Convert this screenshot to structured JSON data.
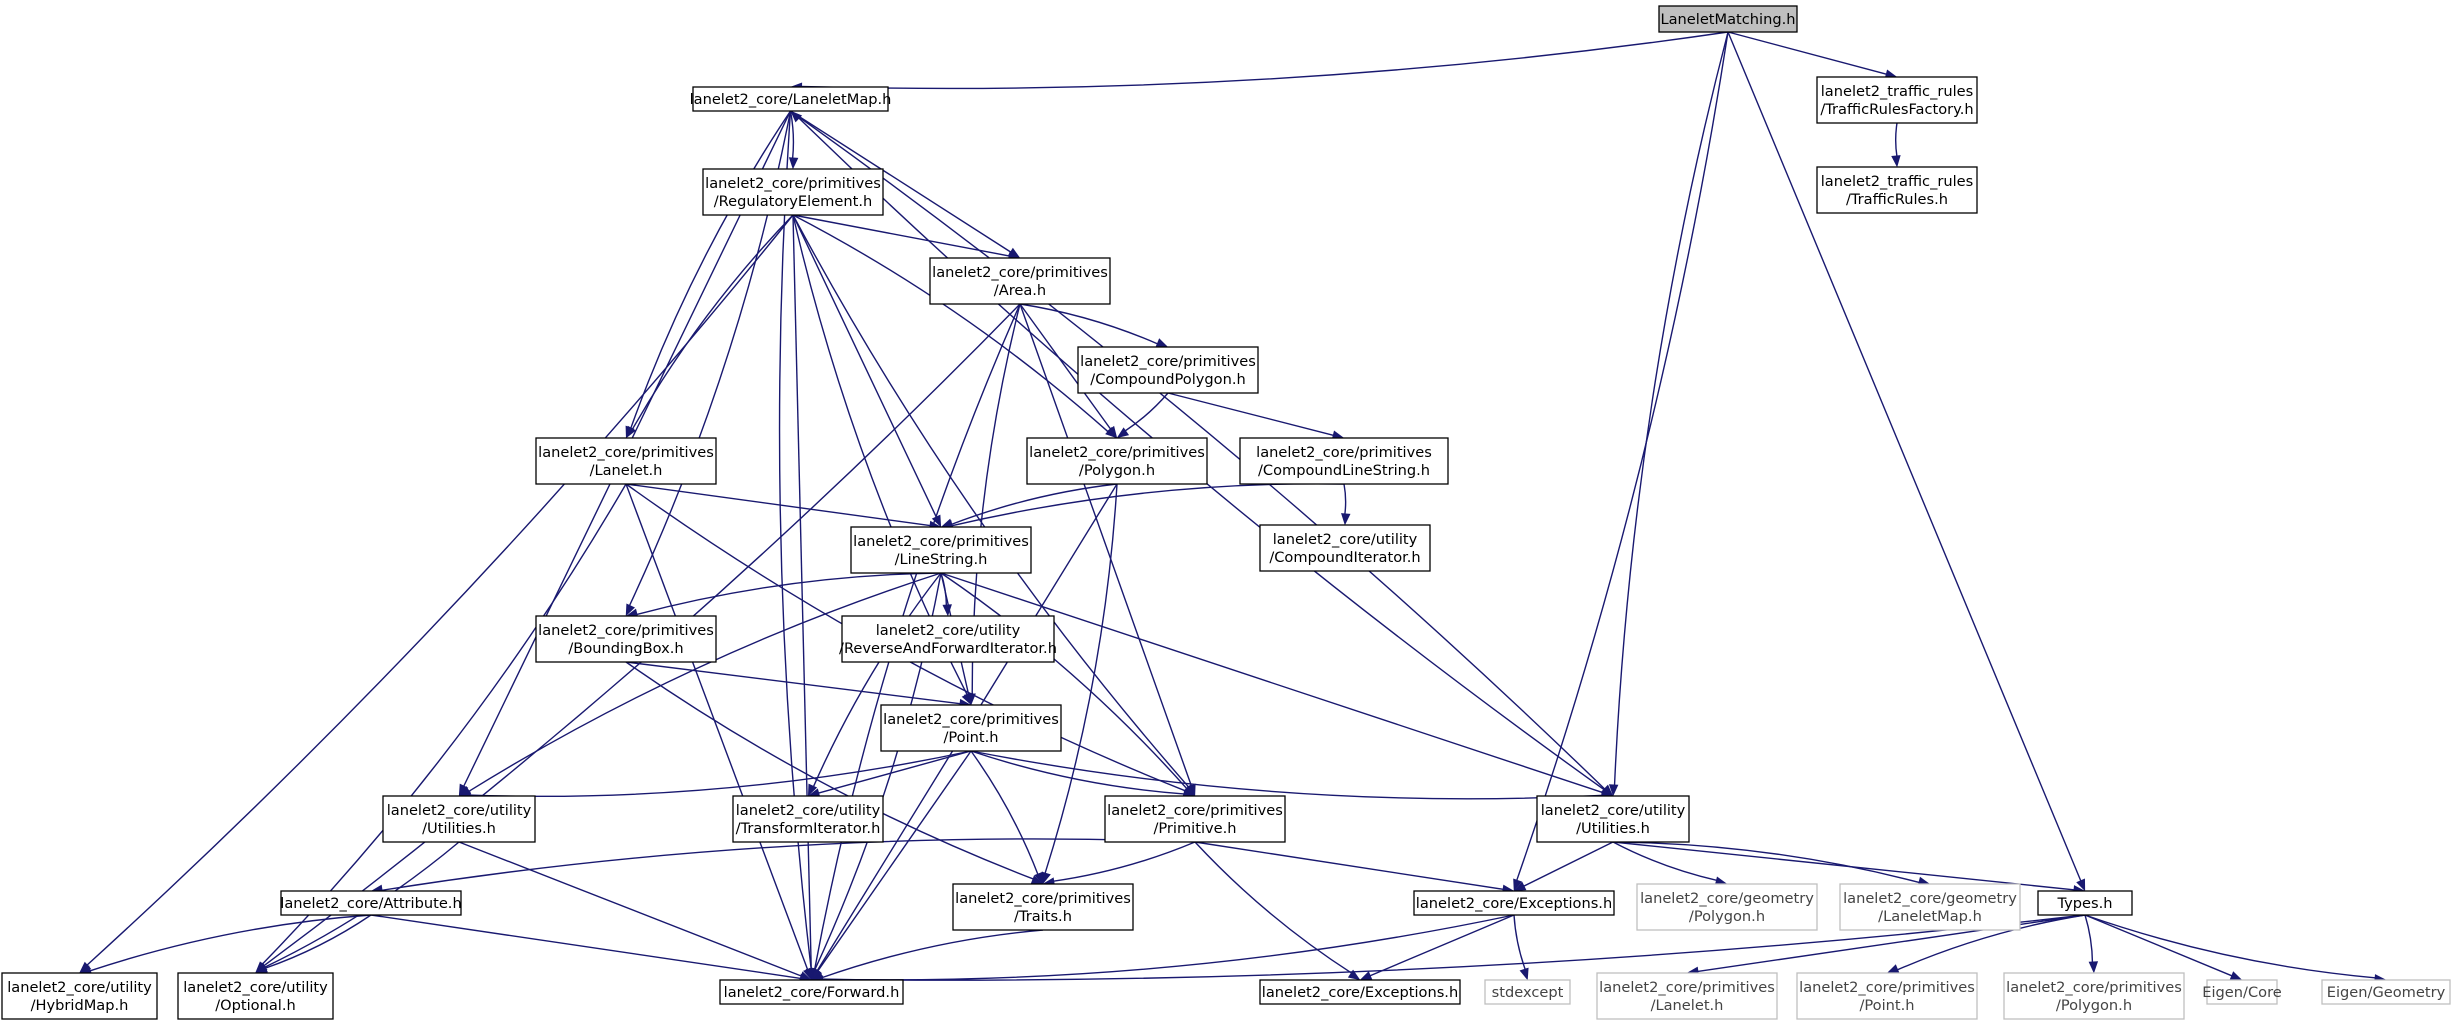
{
  "diagram": {
    "nodes": [
      {
        "id": "root",
        "lines": [
          "LaneletMatching.h"
        ],
        "kind": "root"
      },
      {
        "id": "laneletmap",
        "lines": [
          "lanelet2_core/LaneletMap.h"
        ],
        "kind": "file"
      },
      {
        "id": "trf",
        "lines": [
          "lanelet2_traffic_rules",
          "/TrafficRulesFactory.h"
        ],
        "kind": "file"
      },
      {
        "id": "tr",
        "lines": [
          "lanelet2_traffic_rules",
          "/TrafficRules.h"
        ],
        "kind": "file"
      },
      {
        "id": "regelem",
        "lines": [
          "lanelet2_core/primitives",
          "/RegulatoryElement.h"
        ],
        "kind": "file"
      },
      {
        "id": "area",
        "lines": [
          "lanelet2_core/primitives",
          "/Area.h"
        ],
        "kind": "file"
      },
      {
        "id": "cpoly",
        "lines": [
          "lanelet2_core/primitives",
          "/CompoundPolygon.h"
        ],
        "kind": "file"
      },
      {
        "id": "lanelet",
        "lines": [
          "lanelet2_core/primitives",
          "/Lanelet.h"
        ],
        "kind": "file"
      },
      {
        "id": "polygon",
        "lines": [
          "lanelet2_core/primitives",
          "/Polygon.h"
        ],
        "kind": "file"
      },
      {
        "id": "cls",
        "lines": [
          "lanelet2_core/primitives",
          "/CompoundLineString.h"
        ],
        "kind": "file"
      },
      {
        "id": "linestring",
        "lines": [
          "lanelet2_core/primitives",
          "/LineString.h"
        ],
        "kind": "file"
      },
      {
        "id": "citer",
        "lines": [
          "lanelet2_core/utility",
          "/CompoundIterator.h"
        ],
        "kind": "file"
      },
      {
        "id": "bbox",
        "lines": [
          "lanelet2_core/primitives",
          "/BoundingBox.h"
        ],
        "kind": "file"
      },
      {
        "id": "rfiter",
        "lines": [
          "lanelet2_core/utility",
          "/ReverseAndForwardIterator.h"
        ],
        "kind": "file"
      },
      {
        "id": "point",
        "lines": [
          "lanelet2_core/primitives",
          "/Point.h"
        ],
        "kind": "file"
      },
      {
        "id": "utilL",
        "lines": [
          "lanelet2_core/utility",
          "/Utilities.h"
        ],
        "kind": "file"
      },
      {
        "id": "titer",
        "lines": [
          "lanelet2_core/utility",
          "/TransformIterator.h"
        ],
        "kind": "file"
      },
      {
        "id": "primitive",
        "lines": [
          "lanelet2_core/primitives",
          "/Primitive.h"
        ],
        "kind": "file"
      },
      {
        "id": "utilR",
        "lines": [
          "lanelet2_core/utility",
          "/Utilities.h"
        ],
        "kind": "file"
      },
      {
        "id": "attribute",
        "lines": [
          "lanelet2_core/Attribute.h"
        ],
        "kind": "file"
      },
      {
        "id": "traits",
        "lines": [
          "lanelet2_core/primitives",
          "/Traits.h"
        ],
        "kind": "file"
      },
      {
        "id": "exceptions",
        "lines": [
          "lanelet2_core/Exceptions.h"
        ],
        "kind": "file"
      },
      {
        "id": "geompoly",
        "lines": [
          "lanelet2_core/geometry",
          "/Polygon.h"
        ],
        "kind": "system"
      },
      {
        "id": "geommap",
        "lines": [
          "lanelet2_core/geometry",
          "/LaneletMap.h"
        ],
        "kind": "system"
      },
      {
        "id": "types",
        "lines": [
          "Types.h"
        ],
        "kind": "file"
      },
      {
        "id": "hybridmap",
        "lines": [
          "lanelet2_core/utility",
          "/HybridMap.h"
        ],
        "kind": "file"
      },
      {
        "id": "optional",
        "lines": [
          "lanelet2_core/utility",
          "/Optional.h"
        ],
        "kind": "file"
      },
      {
        "id": "forward",
        "lines": [
          "lanelet2_core/Forward.h"
        ],
        "kind": "file"
      },
      {
        "id": "exceptions2",
        "lines": [
          "lanelet2_core/Exceptions.h"
        ],
        "kind": "file"
      },
      {
        "id": "stdexcept",
        "lines": [
          "stdexcept"
        ],
        "kind": "system"
      },
      {
        "id": "sysLanelet",
        "lines": [
          "lanelet2_core/primitives",
          "/Lanelet.h"
        ],
        "kind": "system"
      },
      {
        "id": "sysPoint",
        "lines": [
          "lanelet2_core/primitives",
          "/Point.h"
        ],
        "kind": "system"
      },
      {
        "id": "sysPolygon",
        "lines": [
          "lanelet2_core/primitives",
          "/Polygon.h"
        ],
        "kind": "system"
      },
      {
        "id": "eigencore",
        "lines": [
          "Eigen/Core"
        ],
        "kind": "system"
      },
      {
        "id": "eigengeom",
        "lines": [
          "Eigen/Geometry"
        ],
        "kind": "system"
      }
    ],
    "edges": [
      [
        "root",
        "laneletmap"
      ],
      [
        "root",
        "trf"
      ],
      [
        "root",
        "utilR"
      ],
      [
        "root",
        "exceptions"
      ],
      [
        "root",
        "types"
      ],
      [
        "trf",
        "tr"
      ],
      [
        "laneletmap",
        "regelem"
      ],
      [
        "laneletmap",
        "area"
      ],
      [
        "laneletmap",
        "lanelet"
      ],
      [
        "laneletmap",
        "bbox"
      ],
      [
        "laneletmap",
        "utilL"
      ],
      [
        "laneletmap",
        "forward"
      ],
      [
        "laneletmap",
        "utilR"
      ],
      [
        "regelem",
        "area"
      ],
      [
        "regelem",
        "lanelet"
      ],
      [
        "regelem",
        "polygon"
      ],
      [
        "regelem",
        "linestring"
      ],
      [
        "regelem",
        "point"
      ],
      [
        "regelem",
        "hybridmap"
      ],
      [
        "regelem",
        "forward"
      ],
      [
        "regelem",
        "primitive"
      ],
      [
        "area",
        "cpoly"
      ],
      [
        "area",
        "polygon"
      ],
      [
        "area",
        "point"
      ],
      [
        "area",
        "optional"
      ],
      [
        "area",
        "primitive"
      ],
      [
        "area",
        "forward"
      ],
      [
        "cpoly",
        "polygon"
      ],
      [
        "cpoly",
        "cls"
      ],
      [
        "cls",
        "linestring"
      ],
      [
        "cls",
        "citer"
      ],
      [
        "lanelet",
        "linestring"
      ],
      [
        "lanelet",
        "primitive"
      ],
      [
        "lanelet",
        "optional"
      ],
      [
        "lanelet",
        "forward"
      ],
      [
        "polygon",
        "linestring"
      ],
      [
        "polygon",
        "traits"
      ],
      [
        "polygon",
        "forward"
      ],
      [
        "linestring",
        "bbox"
      ],
      [
        "linestring",
        "rfiter"
      ],
      [
        "linestring",
        "point"
      ],
      [
        "linestring",
        "titer"
      ],
      [
        "linestring",
        "primitive"
      ],
      [
        "linestring",
        "utilR"
      ],
      [
        "linestring",
        "utilL"
      ],
      [
        "linestring",
        "forward"
      ],
      [
        "bbox",
        "point"
      ],
      [
        "bbox",
        "traits"
      ],
      [
        "point",
        "utilL"
      ],
      [
        "point",
        "titer"
      ],
      [
        "point",
        "primitive"
      ],
      [
        "point",
        "traits"
      ],
      [
        "point",
        "forward"
      ],
      [
        "point",
        "utilR"
      ],
      [
        "utilL",
        "optional"
      ],
      [
        "utilL",
        "forward"
      ],
      [
        "primitive",
        "attribute"
      ],
      [
        "primitive",
        "traits"
      ],
      [
        "primitive",
        "exceptions"
      ],
      [
        "primitive",
        "exceptions2"
      ],
      [
        "utilR",
        "laneletmap"
      ],
      [
        "utilR",
        "exceptions"
      ],
      [
        "utilR",
        "geompoly"
      ],
      [
        "utilR",
        "geommap"
      ],
      [
        "utilR",
        "types"
      ],
      [
        "attribute",
        "hybridmap"
      ],
      [
        "attribute",
        "optional"
      ],
      [
        "attribute",
        "forward"
      ],
      [
        "traits",
        "forward"
      ],
      [
        "exceptions",
        "forward"
      ],
      [
        "exceptions",
        "exceptions2"
      ],
      [
        "exceptions",
        "stdexcept"
      ],
      [
        "types",
        "forward"
      ],
      [
        "types",
        "sysLanelet"
      ],
      [
        "types",
        "sysPoint"
      ],
      [
        "types",
        "sysPolygon"
      ],
      [
        "types",
        "eigencore"
      ],
      [
        "types",
        "eigengeom"
      ]
    ]
  }
}
